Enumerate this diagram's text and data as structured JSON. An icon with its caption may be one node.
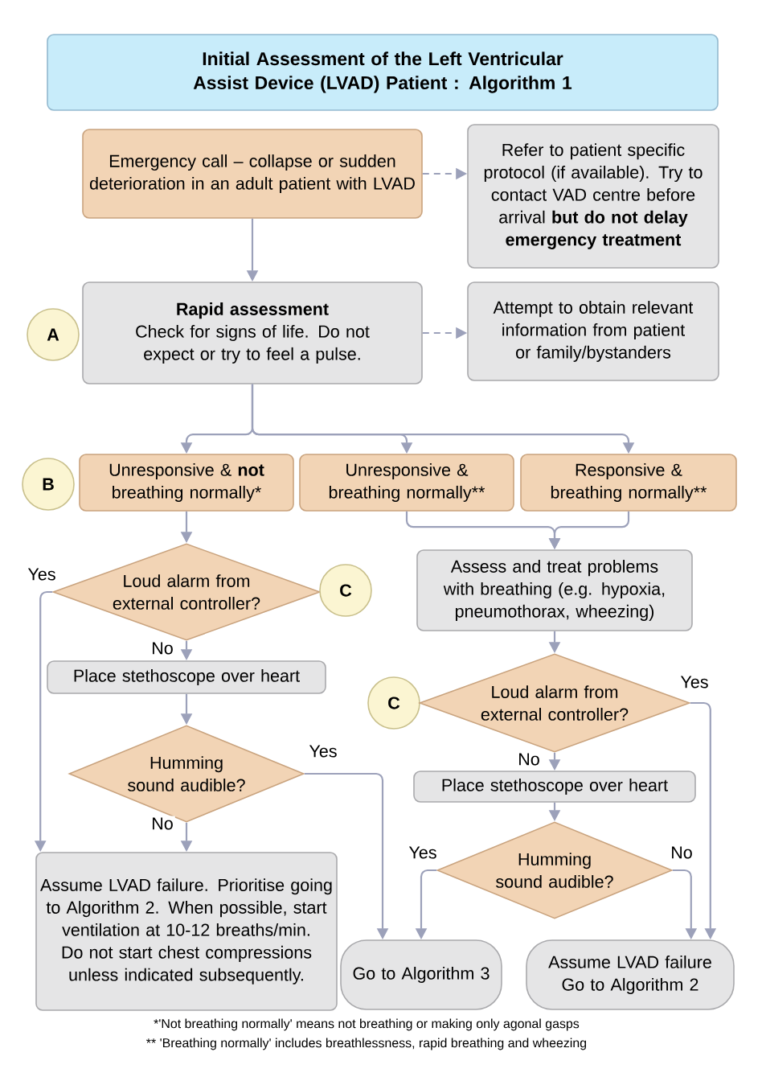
{
  "diagram": {
    "title": "Initial Assessment of the Left Ventricular Assist Device (LVAD) Patient : Algorithm 1",
    "nodes": [
      {
        "text": [
          "Emergency call – collapse or sudden deterioration in an adult patient with LVAD"
        ]
      },
      {
        "text": [
          "Refer to patient specific protocol (if available). Try to contact VAD centre before arrival **but do not delay emergency treatment**"
        ]
      },
      {
        "text": [
          "Rapid assessment",
          "Check for signs of life. Do not expect or try to feel a pulse."
        ]
      },
      {
        "text": [
          "Attempt to obtain relevant information from patient or family/bystanders"
        ]
      },
      {
        "text": [
          "A"
        ]
      },
      {
        "text": [
          "B"
        ]
      },
      {
        "text": [
          "Unresponsive & **not** breathing normally*"
        ]
      },
      {
        "text": [
          "Unresponsive & breathing normally**"
        ]
      },
      {
        "text": [
          "Responsive & breathing normally**"
        ]
      },
      {
        "text": [
          "Loud alarm from external controller?"
        ]
      },
      {
        "text": [
          "C"
        ]
      },
      {
        "text": [
          "Place stethoscope over heart"
        ]
      },
      {
        "text": [
          "Humming sound audible?"
        ]
      },
      {
        "text": [
          "Assess and treat problems with breathing (e.g. hypoxia, pneumothorax, wheezing)"
        ]
      },
      {
        "text": [
          "C"
        ]
      },
      {
        "text": [
          "Loud alarm from external controller?"
        ]
      },
      {
        "text": [
          "Place stethoscope over heart"
        ]
      },
      {
        "text": [
          "Humming sound audible?"
        ]
      },
      {
        "text": [
          "Assume LVAD failure. Prioritise going to Algorithm 2. When possible, start ventilation at 10-12 breaths/min. Do not start chest compressions unless indicated subsequently."
        ]
      },
      {
        "text": [
          "Go to Algorithm 3"
        ]
      },
      {
        "text": [
          "Assume LVAD failure Go to Algorithm 2"
        ]
      }
    ],
    "edges": [
      {
        "from": 0,
        "to": 1,
        "arrow": "to",
        "style": "dashed"
      },
      {
        "from": 0,
        "to": 2,
        "arrow": "to"
      },
      {
        "from": 2,
        "to": 3,
        "arrow": "to",
        "style": "dashed"
      },
      {
        "from": 2,
        "to": 6,
        "arrow": "to"
      },
      {
        "from": 2,
        "to": 7,
        "arrow": "to"
      },
      {
        "from": 2,
        "to": 8,
        "arrow": "to"
      },
      {
        "from": 7,
        "to": 13,
        "arrow": "to"
      },
      {
        "from": 8,
        "to": 13,
        "arrow": "to"
      },
      {
        "from": 6,
        "to": 9,
        "arrow": "to"
      },
      {
        "from": 9,
        "to": 11,
        "arrow": "to",
        "label": "No"
      },
      {
        "from": 9,
        "to": 18,
        "arrow": "to",
        "label": "Yes"
      },
      {
        "from": 11,
        "to": 12,
        "arrow": "to"
      },
      {
        "from": 12,
        "to": 18,
        "arrow": "to",
        "label": "No"
      },
      {
        "from": 12,
        "to": 19,
        "arrow": "to",
        "label": "Yes"
      },
      {
        "from": 13,
        "to": 15,
        "arrow": "to"
      },
      {
        "from": 15,
        "to": 16,
        "arrow": "to",
        "label": "No"
      },
      {
        "from": 15,
        "to": 20,
        "arrow": "to",
        "label": "Yes"
      },
      {
        "from": 16,
        "to": 17,
        "arrow": "to"
      },
      {
        "from": 17,
        "to": 19,
        "arrow": "to",
        "label": "Yes"
      },
      {
        "from": 17,
        "to": 20,
        "arrow": "to",
        "label": "No"
      }
    ],
    "labels": [
      "*'Not breathing normally' means not breathing or making only agonal gasps",
      "** 'Breathing normally' includes breathlessness, rapid breathing and wheezing"
    ]
  }
}
